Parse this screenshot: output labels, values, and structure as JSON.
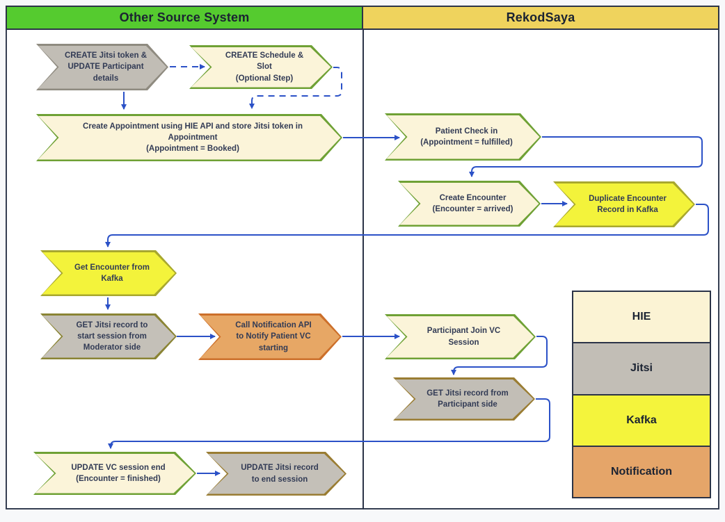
{
  "header": {
    "columns": [
      {
        "label": "Other Source System",
        "fill": "#55cb2f"
      },
      {
        "label": "RekodSaya",
        "fill": "#efd35d"
      }
    ]
  },
  "colors": {
    "arrow": "#2b51c7",
    "frame": "#353e52",
    "divider": "#2b3347",
    "canvas": "#ffffff"
  },
  "nodes": [
    {
      "label": "CREATE Jitsi token &\nUPDATE Participant\ndetails",
      "system": "Jitsi",
      "fill": "#c1bdb5",
      "border": "#8f8b80"
    },
    {
      "label": "CREATE Schedule &\nSlot\n(Optional Step)",
      "system": "HIE",
      "fill": "#fbf4d9",
      "border": "#6fa135"
    },
    {
      "label": "Create Appointment using HIE API and store Jitsi token in\nAppointment\n(Appointment = Booked)",
      "system": "HIE",
      "fill": "#fbf4d9",
      "border": "#6fa135"
    },
    {
      "label": "Patient Check in\n(Appointment = fulfilled)",
      "system": "HIE",
      "fill": "#fbf4d9",
      "border": "#6fa135"
    },
    {
      "label": "Create Encounter\n(Encounter = arrived)",
      "system": "HIE",
      "fill": "#fbf4d9",
      "border": "#6fa135"
    },
    {
      "label": "Duplicate Encounter\nRecord in Kafka",
      "system": "Kafka",
      "fill": "#f3f33b",
      "border": "#a8a82f"
    },
    {
      "label": "Get Encounter from\nKafka",
      "system": "Kafka",
      "fill": "#f3f33b",
      "border": "#a8a82f"
    },
    {
      "label": "GET Jitsi record to\nstart session from\nModerator side",
      "system": "Jitsi",
      "fill": "#c4c0b8",
      "border": "#8a8434"
    },
    {
      "label": "Call Notification API\nto Notify Patient VC\nstarting",
      "system": "Notification",
      "fill": "#e7a765",
      "border": "#cc6f2a"
    },
    {
      "label": "Participant Join VC\nSession",
      "system": "HIE",
      "fill": "#fbf4d9",
      "border": "#6fa135"
    },
    {
      "label": "GET Jitsi record from\nParticipant side",
      "system": "Jitsi",
      "fill": "#c2beb6",
      "border": "#9a7d33"
    },
    {
      "label": "UPDATE VC session end\n(Encounter = finished)",
      "system": "HIE",
      "fill": "#fbf4d9",
      "border": "#6fa135"
    },
    {
      "label": "UPDATE Jitsi record\nto end session",
      "system": "Jitsi",
      "fill": "#c4c0b8",
      "border": "#9a7d33"
    }
  ],
  "legend": {
    "items": [
      {
        "label": "HIE",
        "fill": "#fbf3d4"
      },
      {
        "label": "Jitsi",
        "fill": "#c2beb6"
      },
      {
        "label": "Kafka",
        "fill": "#f4f43c"
      },
      {
        "label": "Notification",
        "fill": "#e5a569"
      }
    ]
  }
}
